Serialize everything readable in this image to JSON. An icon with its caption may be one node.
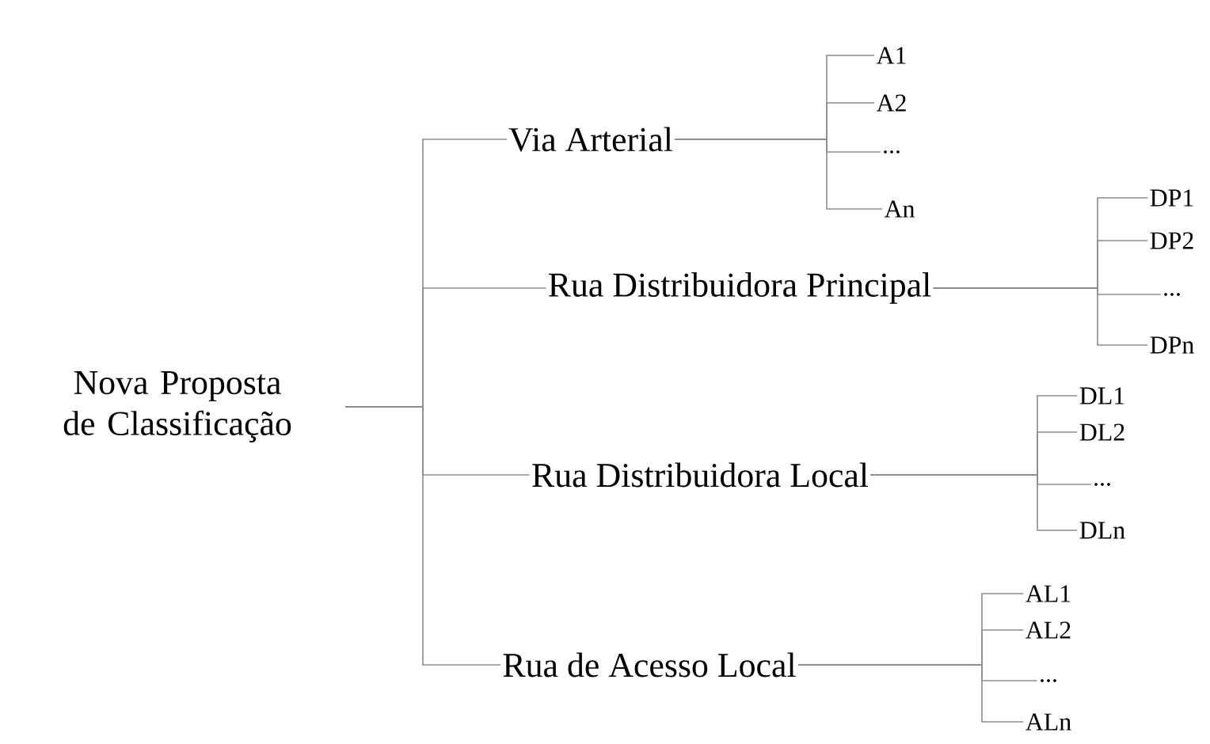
{
  "diagram": {
    "nodes": [
      {
        "text": [
          "Nova Proposta de Classificação"
        ]
      },
      {
        "text": [
          "Via Arterial"
        ]
      },
      {
        "text": [
          "A1"
        ]
      },
      {
        "text": [
          "A2"
        ]
      },
      {
        "text": [
          "..."
        ]
      },
      {
        "text": [
          "An"
        ]
      },
      {
        "text": [
          "Rua Distribuidora Principal"
        ]
      },
      {
        "text": [
          "DP1"
        ]
      },
      {
        "text": [
          "DP2"
        ]
      },
      {
        "text": [
          "..."
        ]
      },
      {
        "text": [
          "DPn"
        ]
      },
      {
        "text": [
          "Rua Distribuidora Local"
        ]
      },
      {
        "text": [
          "DL1"
        ]
      },
      {
        "text": [
          "DL2"
        ]
      },
      {
        "text": [
          "..."
        ]
      },
      {
        "text": [
          "DLn"
        ]
      },
      {
        "text": [
          "Rua de Acesso Local"
        ]
      },
      {
        "text": [
          "AL1"
        ]
      },
      {
        "text": [
          "AL2"
        ]
      },
      {
        "text": [
          "..."
        ]
      },
      {
        "text": [
          "ALn"
        ]
      }
    ],
    "edges": [
      {
        "from": 0,
        "to": 1,
        "arrow": "none"
      },
      {
        "from": 0,
        "to": 6,
        "arrow": "none"
      },
      {
        "from": 0,
        "to": 11,
        "arrow": "none"
      },
      {
        "from": 0,
        "to": 16,
        "arrow": "none"
      },
      {
        "from": 1,
        "to": 2,
        "arrow": "none"
      },
      {
        "from": 1,
        "to": 3,
        "arrow": "none"
      },
      {
        "from": 1,
        "to": 4,
        "arrow": "none"
      },
      {
        "from": 1,
        "to": 5,
        "arrow": "none"
      },
      {
        "from": 6,
        "to": 7,
        "arrow": "none"
      },
      {
        "from": 6,
        "to": 8,
        "arrow": "none"
      },
      {
        "from": 6,
        "to": 9,
        "arrow": "none"
      },
      {
        "from": 6,
        "to": 10,
        "arrow": "none"
      },
      {
        "from": 11,
        "to": 12,
        "arrow": "none"
      },
      {
        "from": 11,
        "to": 13,
        "arrow": "none"
      },
      {
        "from": 11,
        "to": 14,
        "arrow": "none"
      },
      {
        "from": 11,
        "to": 15,
        "arrow": "none"
      },
      {
        "from": 16,
        "to": 17,
        "arrow": "none"
      },
      {
        "from": 16,
        "to": 18,
        "arrow": "none"
      },
      {
        "from": 16,
        "to": 19,
        "arrow": "none"
      },
      {
        "from": 16,
        "to": 20,
        "arrow": "none"
      }
    ]
  }
}
